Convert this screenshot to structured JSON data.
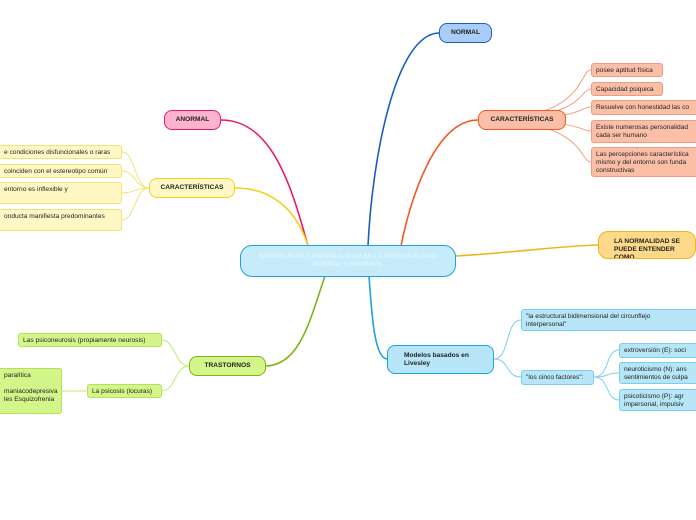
{
  "central": {
    "title": "NORMALIDAD Y ANORMALIDAD EN LA PERSONALIDAD NORMAL Y ANORMAL"
  },
  "normal": {
    "label": "NORMAL",
    "caracteristicas": {
      "label": "CARACTERÍSTICAS",
      "items": [
        "posee aptitud física",
        "Capacidad psiquica",
        "Resuelve con honestidad las co",
        "Existe numerosas personalidad cada ser humano",
        "Las percepciones característica mismo y del entorno son funda constructivas"
      ]
    },
    "normalidad": {
      "label": "LA NORMALIDAD SE PUEDE ENTENDER COMO"
    },
    "modelos": {
      "label": "Modelos basados en Livesley",
      "estructura": "\"la estructural bidimensional del circunflejo interpersonal\"",
      "cinco_factores": {
        "label": "\"los cinco factores\":",
        "items": [
          "extroversión (E): soci",
          "neuroticismo (N): ans sentimientos de culpa",
          "psicoticismo (P): agr impersonal, impulsiv"
        ]
      }
    }
  },
  "anormal": {
    "label": "ANORMAL",
    "caracteristicas": {
      "label": "CARACTERÍSTICAS",
      "items": [
        "e condiciones disfuncionales o raras",
        "coinciden con el estereotipo común",
        "entorno es inflexible y",
        "onducta manifiesta predominantes"
      ]
    },
    "trastornos": {
      "label": "TRASTORNOS",
      "psiconeurosis": "Las psiconeurosis (propiamente neurosis)",
      "psicosis": {
        "label": "La psicosis (locuras)",
        "items": [
          "paralítica",
          "maniacodepresiva",
          "les Esquizofrenia"
        ]
      }
    }
  },
  "colors": {
    "pink_link": "#e8186e",
    "blue_link": "#1a5fc0",
    "orange_link": "#f05a22",
    "gold_link": "#f2b51b",
    "sky_link": "#1ba1e2",
    "yellow_link": "#f2d11e",
    "green_link": "#7cb518",
    "salmon_link": "#f4a184",
    "light_blue_link": "#7fcdee",
    "light_green_link": "#c6e873"
  }
}
